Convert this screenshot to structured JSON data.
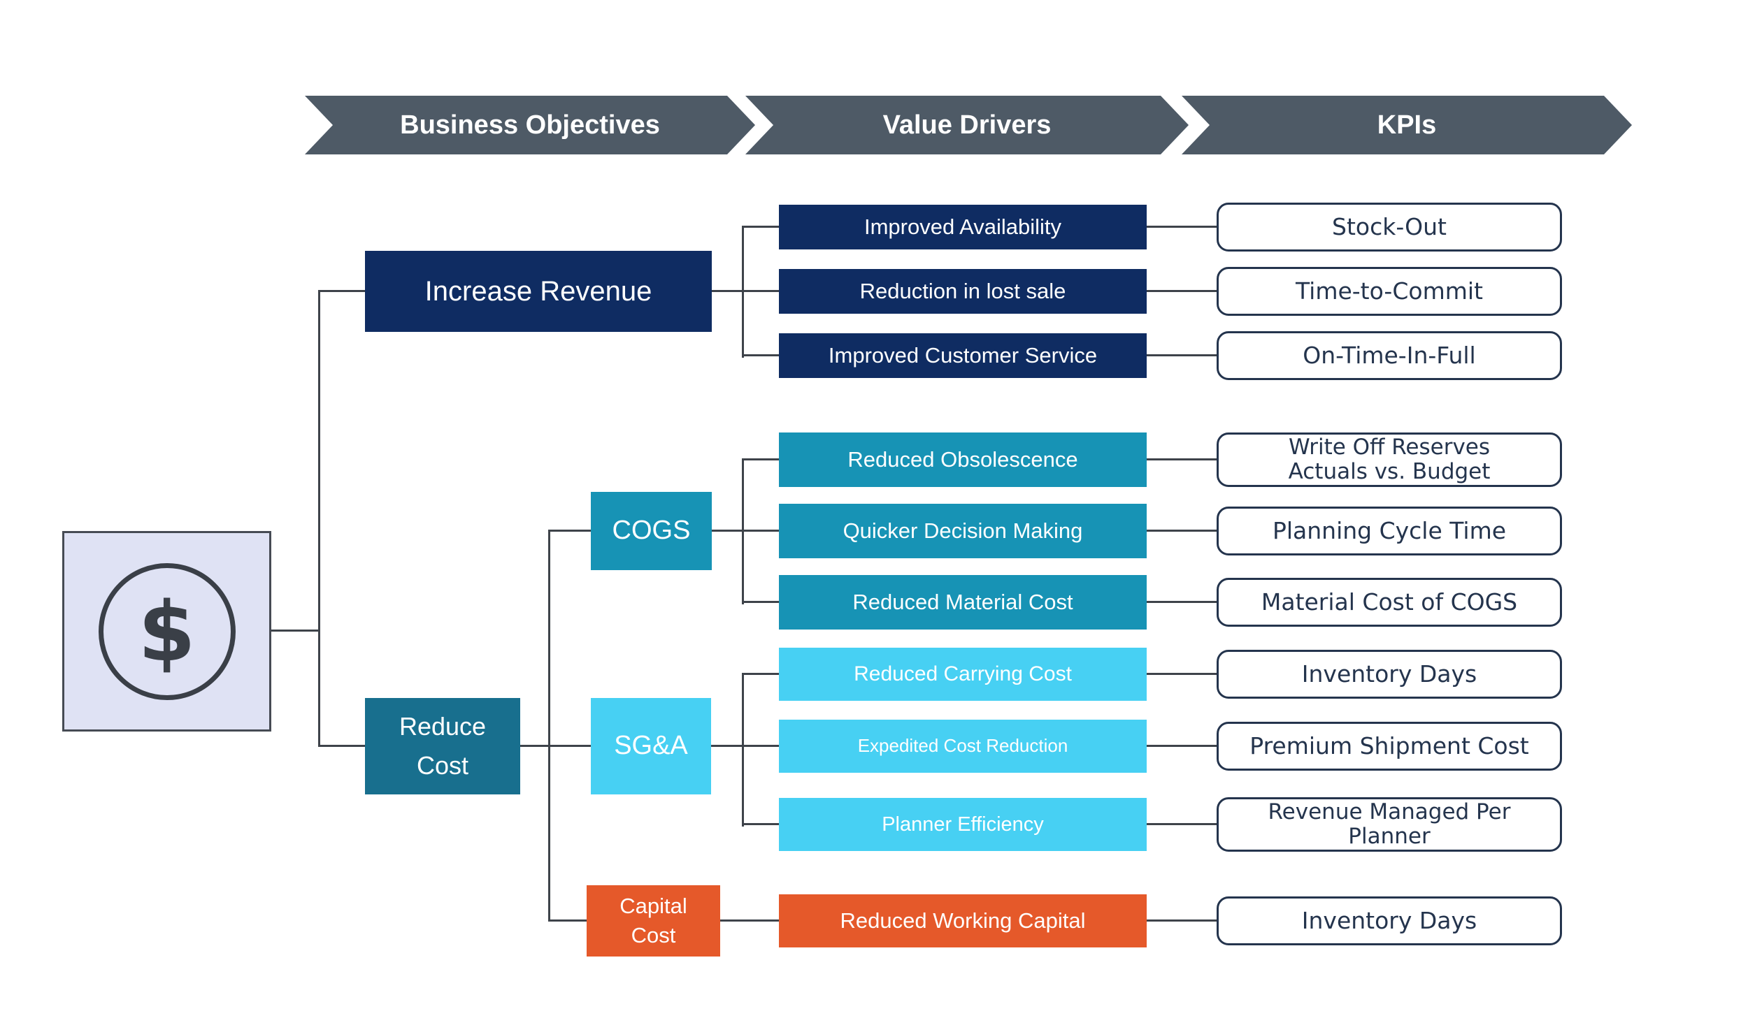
{
  "header": {
    "steps": [
      {
        "label": "Business Objectives"
      },
      {
        "label": "Value Drivers"
      },
      {
        "label": "KPIs"
      }
    ]
  },
  "root": {
    "dollar_symbol": "$"
  },
  "objectives": {
    "increase_revenue": {
      "label": "Increase Revenue"
    },
    "reduce_cost": {
      "line1": "Reduce",
      "line2": "Cost"
    }
  },
  "cost_categories": {
    "cogs": {
      "label": "COGS"
    },
    "sga": {
      "label": "SG&A"
    },
    "capital_cost": {
      "line1": "Capital",
      "line2": "Cost"
    }
  },
  "rows": [
    {
      "driver": "Improved Availability",
      "kpi": "Stock-Out"
    },
    {
      "driver": "Reduction in lost sale",
      "kpi": "Time-to-Commit"
    },
    {
      "driver": "Improved Customer Service",
      "kpi": "On-Time-In-Full"
    },
    {
      "driver": "Reduced Obsolescence",
      "kpi_line1": "Write Off Reserves",
      "kpi_line2": "Actuals vs. Budget"
    },
    {
      "driver": "Quicker Decision Making",
      "kpi": "Planning Cycle Time"
    },
    {
      "driver": "Reduced Material Cost",
      "kpi": "Material Cost of COGS"
    },
    {
      "driver": "Reduced Carrying Cost",
      "kpi": "Inventory Days"
    },
    {
      "driver": "Expedited Cost Reduction",
      "kpi": "Premium Shipment Cost"
    },
    {
      "driver": "Planner Efficiency",
      "kpi_line1": "Revenue Managed Per",
      "kpi_line2": "Planner"
    },
    {
      "driver": "Reduced Working Capital",
      "kpi": "Inventory Days"
    }
  ],
  "colors": {
    "header_slate": "#4e5a66",
    "navy": "#0f2c62",
    "teal": "#1793b5",
    "dark_teal": "#186f8e",
    "cyan": "#47d0f3",
    "orange": "#e5592a",
    "lavender": "#dfe2f4",
    "lavender_border": "#464b54",
    "icon_ink": "#3a3f47",
    "kpi_ink": "#24344d",
    "line": "#3e434a"
  }
}
